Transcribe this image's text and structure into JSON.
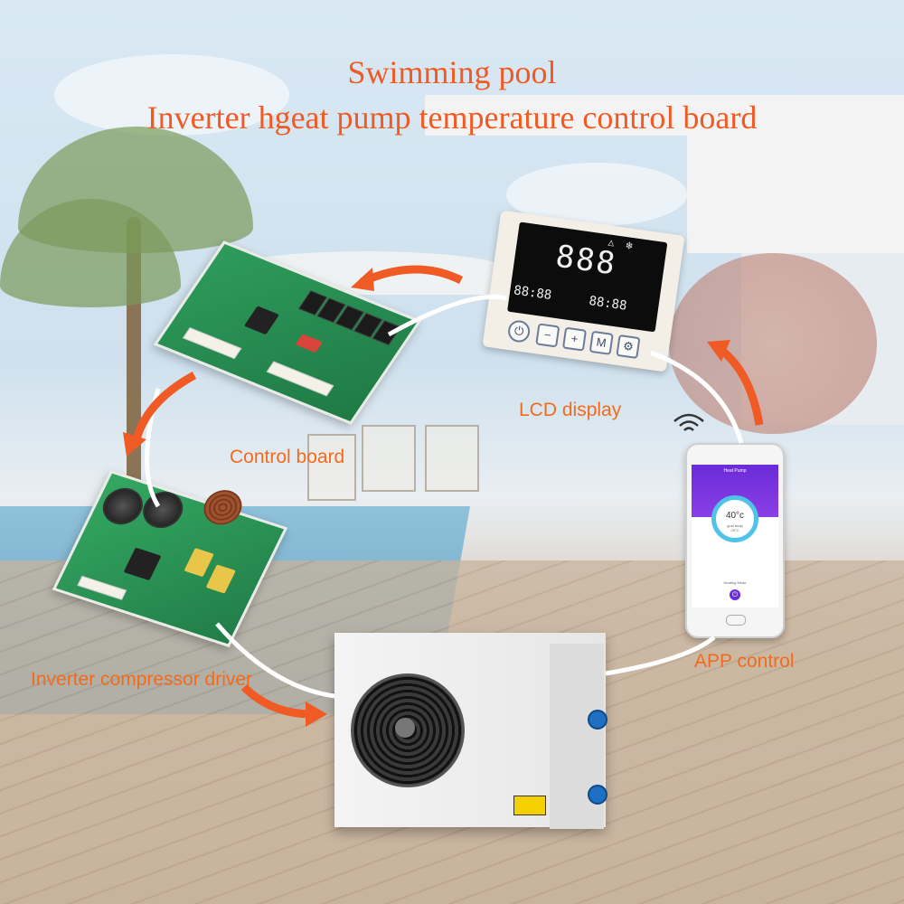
{
  "title": {
    "line1": "Swimming pool",
    "line2": "Inverter hgeat pump temperature control board"
  },
  "labels": {
    "lcd_display": "LCD display",
    "control_board": "Control board",
    "inverter_driver": "Inverter compressor driver",
    "app_control": "APP control"
  },
  "lcd": {
    "big_digits": "888",
    "small_digits_left": "88:88",
    "small_digits_right": "88:88",
    "buttons": [
      "⏻",
      "−",
      "+",
      "M",
      "⚙"
    ]
  },
  "phone": {
    "app_title": "Heat Pump",
    "temperature": "40°c",
    "goal_temp_label": "goal temp",
    "goal_temp": "25°C",
    "mode": "Heating Mode"
  },
  "colors": {
    "accent_orange": "#f15a22",
    "pcb_green": "#1f7a45",
    "app_purple": "#6a2bd9"
  }
}
